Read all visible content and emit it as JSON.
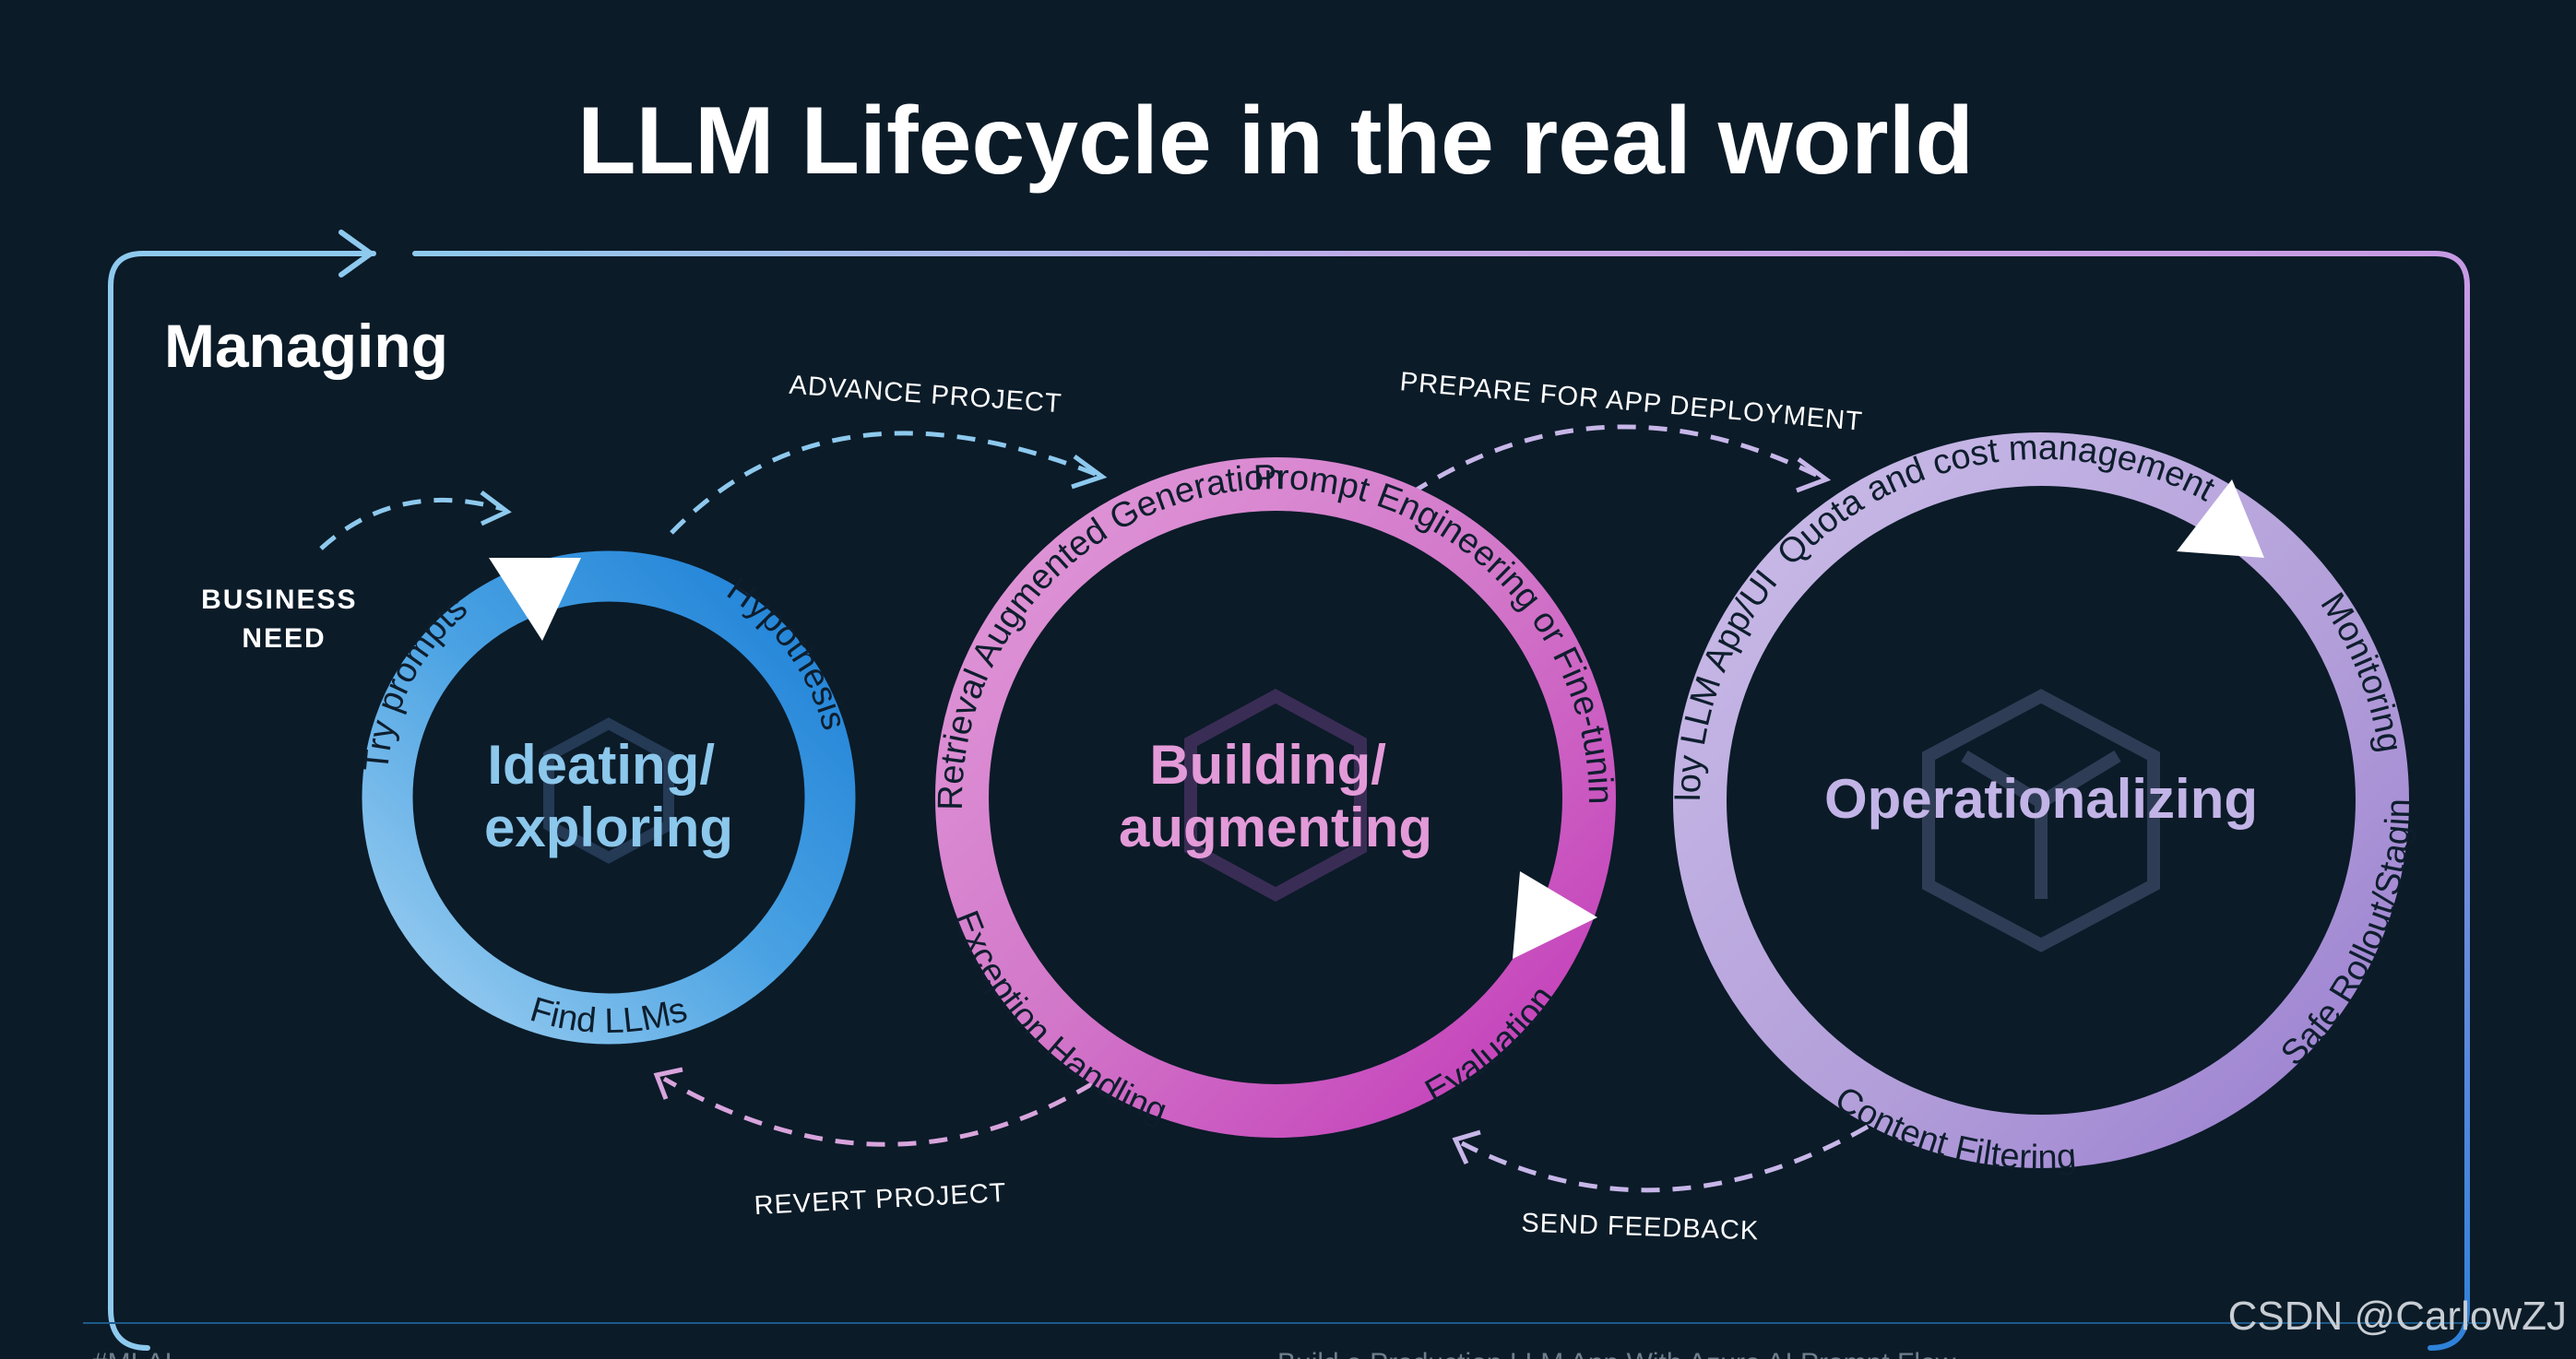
{
  "title": "LLM Lifecycle in the real world",
  "managing_label": "Managing",
  "business_need": [
    "BUSINESS",
    "NEED"
  ],
  "flows": {
    "advance": "ADVANCE PROJECT",
    "prepare": "PREPARE FOR APP DEPLOYMENT",
    "revert": "REVERT PROJECT",
    "feedback": "SEND FEEDBACK"
  },
  "stages": [
    {
      "center": [
        "Ideating/",
        "exploring"
      ],
      "labels": [
        "Hypothesis",
        "Try prompts",
        "Find LLMs"
      ]
    },
    {
      "center": [
        "Building/",
        "augmenting"
      ],
      "labels": [
        "Retrieval Augmented Generation",
        "Prompt Engineering or Fine-tuning",
        "Exception Handling",
        "Evaluation"
      ]
    },
    {
      "center": [
        "Operationalizing"
      ],
      "labels": [
        "Quota and cost management",
        "Deploy LLM App/UI",
        "Monitoring",
        "Safe Rollout/Staging",
        "Content Filtering"
      ]
    }
  ],
  "watermark": "CSDN @CarlowZJ",
  "footer": {
    "left": "#MLAI",
    "right": "Build a Production LLM App With Azure AI Prompt Flow"
  },
  "colors": {
    "background": "#0b1b28",
    "ring1": "#3b97dd",
    "ring2": "#d36cc9",
    "ring3": "#b29ed9"
  }
}
